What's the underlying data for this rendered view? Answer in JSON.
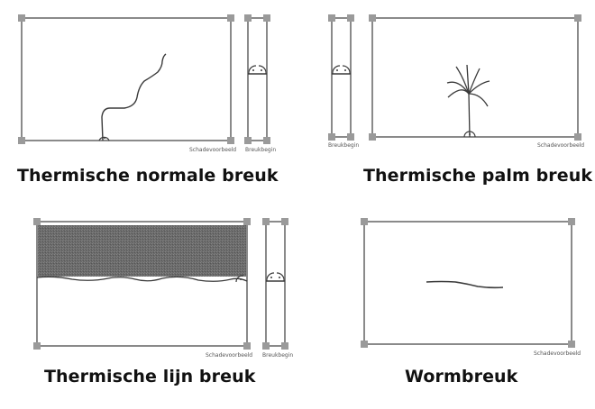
{
  "panels": [
    {
      "caption": "Thermische normale breuk",
      "damage_label": "Schadevoorbeeld",
      "start_label": "Breukbegin"
    },
    {
      "caption": "Thermische palm breuk",
      "damage_label": "Schadevoorbeeld",
      "start_label": "Breukbegin"
    },
    {
      "caption": "Thermische lijn breuk",
      "damage_label": "Schadevoorbeeld",
      "start_label": "Breukbegin"
    },
    {
      "caption": "Wormbreuk",
      "damage_label": "Schadevoorbeeld"
    }
  ],
  "colors": {
    "frame": "#8a8a8a",
    "corner": "#9a9a9a",
    "crack": "#3a3a3a",
    "caption": "#111111",
    "shaded": "#6e6e6e"
  }
}
